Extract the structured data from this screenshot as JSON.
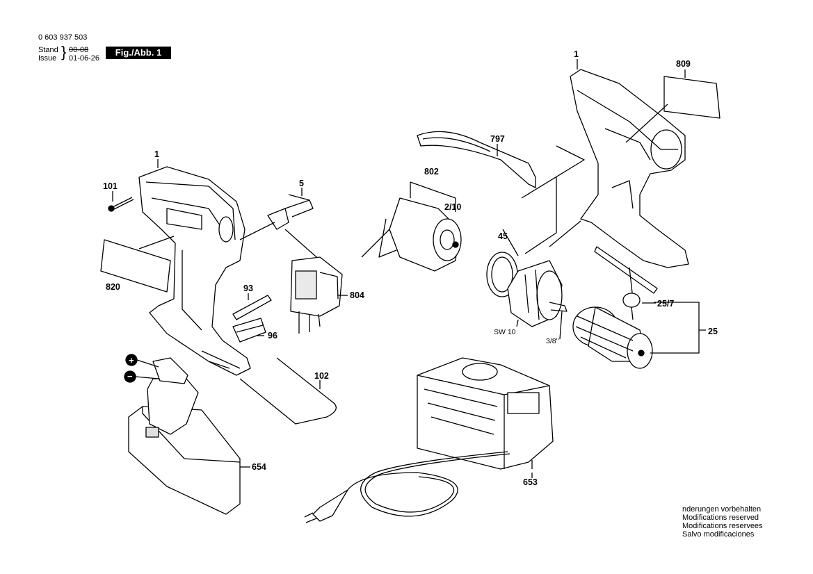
{
  "header": {
    "doc_number": "0 603 937 503",
    "stand_label": "Stand",
    "issue_label": "Issue",
    "stand_date": "00-08",
    "issue_date": "01-06-26",
    "figure_label": "Fig./Abb. 1"
  },
  "parts": {
    "housing_left": "1",
    "housing_right": "1",
    "screw": "101",
    "switch_slider": "5",
    "label_plate": "820",
    "label_strip": "809",
    "strap": "797",
    "motor": "802",
    "motor_sub": "2/10",
    "switch": "804",
    "bit": "93",
    "bit_holder": "96",
    "wire_clip": "102",
    "gear_ring": "45",
    "sw_label": "SW 10",
    "thread_label": "3/8\"",
    "chuck_key": "25/7",
    "chuck": "25",
    "charger": "653",
    "battery": "654",
    "plus_sign": "+",
    "minus_sign": "−"
  },
  "notice": [
    "nderungen vorbehalten",
    "Modifications reserved",
    "Modifications reservees",
    "Salvo modificaciones"
  ]
}
